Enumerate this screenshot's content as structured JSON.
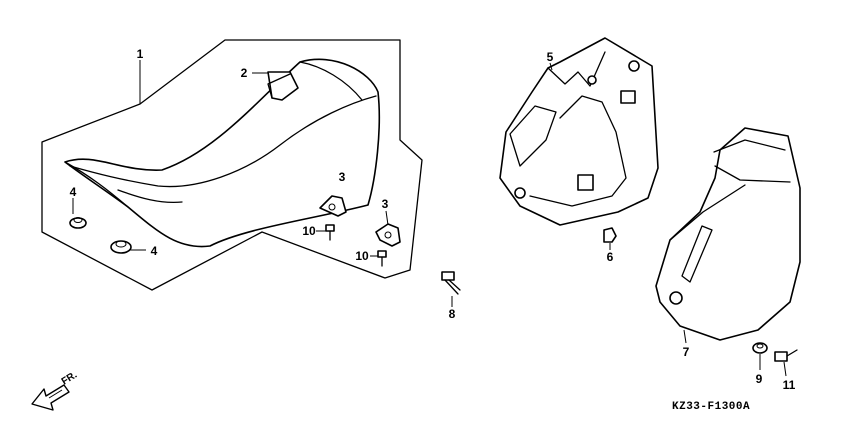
{
  "callouts": {
    "seat": "1",
    "seat_strap": "2",
    "seat_bracket_a": "3",
    "seat_bracket_b": "3",
    "rubber_a": "4",
    "rubber_b": "4",
    "side_cover_right": "5",
    "clip_nut": "6",
    "side_cover_left": "7",
    "bolt_cover": "8",
    "collar": "9",
    "bolt_bracket_a": "10",
    "bolt_bracket_b": "10",
    "bolt_left_cover": "11"
  },
  "direction_label": "FR.",
  "diagram_code": "KZ33-F1300A"
}
